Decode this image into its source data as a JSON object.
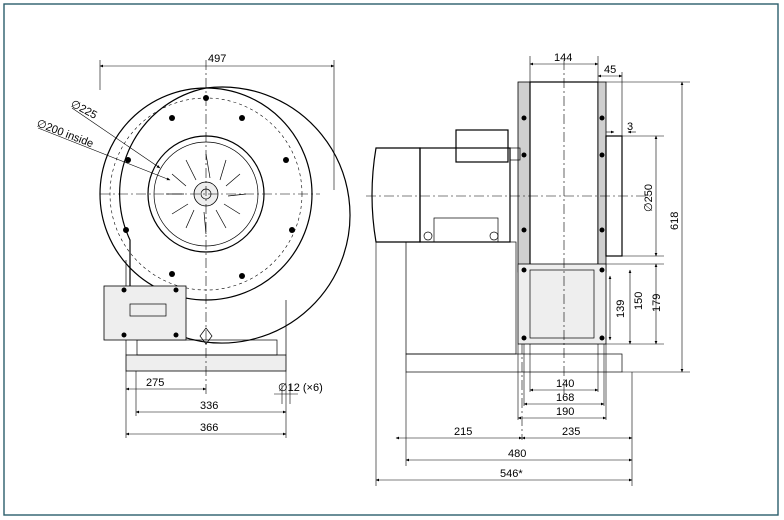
{
  "colors": {
    "frame": "#2b5d6b",
    "line": "#000000",
    "fill": "#cfcfcf"
  },
  "front_view": {
    "width_total": "497",
    "outlet_dia": "∅225",
    "inlet_inside": "∅200 inside",
    "dim_275": "275",
    "dim_336": "336",
    "dim_366": "366",
    "holes": "∅12 (×6)"
  },
  "side_view": {
    "dim_144": "144",
    "dim_45": "45",
    "dim_3": "3",
    "dia_250": "∅250",
    "height_618": "618",
    "dim_139": "139",
    "dim_150": "150",
    "dim_179": "179",
    "dim_140": "140",
    "dim_168": "168",
    "dim_190": "190",
    "dim_215": "215",
    "dim_235": "235",
    "dim_480": "480",
    "dim_546": "546*"
  }
}
